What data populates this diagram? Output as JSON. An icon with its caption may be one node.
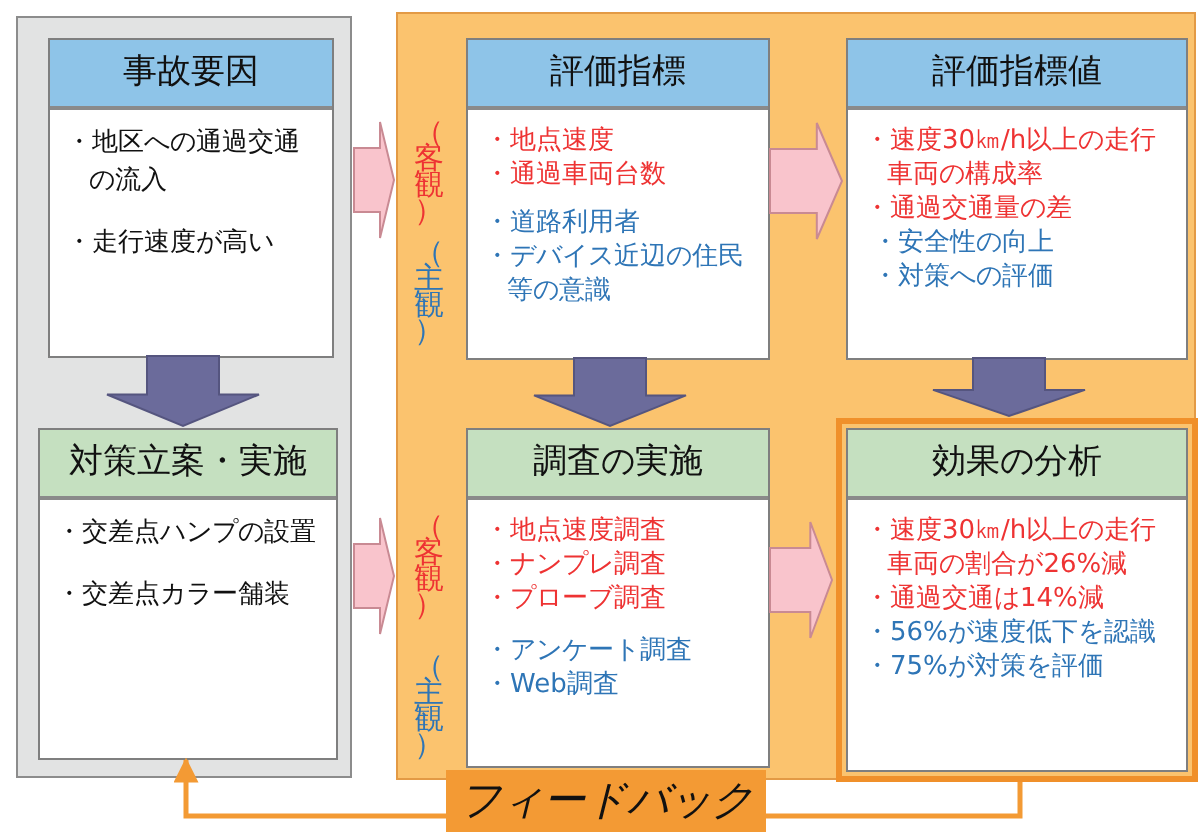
{
  "diagram": {
    "nodes": [
      {
        "text": [],
        "shape": "box"
      },
      {
        "text": [
          "事故要因",
          "・地区への通過交通の流入",
          "・走行速度が高い"
        ],
        "in": 0
      },
      {
        "text": [
          "対策立案・実施",
          "・交差点ハンプの設置",
          "・交差点カラー舗装"
        ],
        "in": 0
      },
      {
        "text": [],
        "shape": "box"
      },
      {
        "text": [
          "評価指標",
          "・地点速度",
          "・通過車両台数",
          "・道路利用者",
          "・デバイス近辺の住民等の意識"
        ],
        "in": 3
      },
      {
        "text": [
          "評価指標値",
          "・速度30㎞/h以上の走行車両の構成率",
          "・通過交通量の差",
          "・安全性の向上",
          "・対策への評価"
        ],
        "in": 3
      },
      {
        "text": [
          "調査の実施",
          "・地点速度調査",
          "・ナンプレ調査",
          "・プローブ調査",
          "・アンケート調査",
          "・Web調査"
        ],
        "in": 3
      },
      {
        "text": [
          "効果の分析",
          "・速度30㎞/h以上の走行車両の割合が26%減",
          "・通過交通は14%減",
          "・56%が速度低下を認識",
          "・75%が対策を評価"
        ],
        "in": 3
      }
    ],
    "edges": [
      {
        "from": 1,
        "to": 2,
        "arrow": "to"
      },
      {
        "from": 1,
        "to": 4,
        "arrow": "to"
      },
      {
        "from": 2,
        "to": 6,
        "arrow": "to"
      },
      {
        "from": 4,
        "to": 5,
        "arrow": "to"
      },
      {
        "from": 4,
        "to": 6,
        "arrow": "to"
      },
      {
        "from": 5,
        "to": 7,
        "arrow": "to"
      },
      {
        "from": 6,
        "to": 7,
        "arrow": "to"
      },
      {
        "from": 7,
        "to": 2,
        "arrow": "to",
        "label": "フィードバック",
        "color": "#f39a34"
      }
    ],
    "labels": [
      "（客観）",
      "（主観）",
      "（客観）",
      "（主観）"
    ]
  }
}
